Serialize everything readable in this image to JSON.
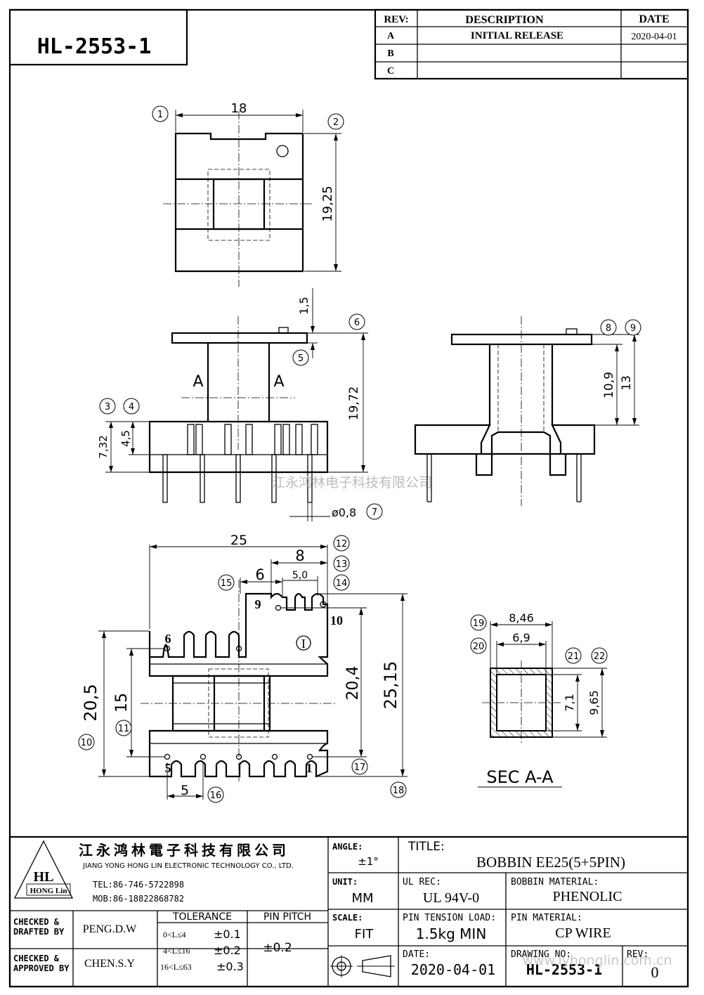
{
  "part_number": "HL-2553-1",
  "revision_table": {
    "headers": {
      "rev": "REV:",
      "description": "DESCRIPTION",
      "date": "DATE"
    },
    "rows": [
      {
        "rev": "A",
        "description": "INITIAL  RELEASE",
        "date": "2020-04-01"
      },
      {
        "rev": "B",
        "description": "",
        "date": ""
      },
      {
        "rev": "C",
        "description": "",
        "date": ""
      }
    ]
  },
  "watermark": "江永鸿林电子科技有限公司",
  "section_label": "SEC A-A",
  "section_marks": [
    "A",
    "A"
  ],
  "dimensions": {
    "top_width": "18",
    "top_height": "19,25",
    "flange_thickness": "1,5",
    "overall_height": "19,72",
    "base_height": "7,32",
    "base_step": "4,5",
    "pin_diameter": "ø0,8",
    "side_inner_height": "10,9",
    "side_total_height": "13",
    "bottom_width": "25",
    "bottom_8": "8",
    "bottom_6": "6",
    "bottom_5_0": "5,0",
    "bottom_20_5": "20,5",
    "bottom_15": "15",
    "bottom_20_4": "20,4",
    "bottom_25_15": "25,15",
    "pin_pitch_dim": "5",
    "sec_outer_w": "8,46",
    "sec_inner_w": "6,9",
    "sec_inner_h": "7,1",
    "sec_outer_h": "9,65"
  },
  "balloons": [
    "1",
    "2",
    "3",
    "4",
    "5",
    "6",
    "7",
    "8",
    "9",
    "10",
    "11",
    "12",
    "13",
    "14",
    "15",
    "16",
    "17",
    "18",
    "19",
    "20",
    "21",
    "22"
  ],
  "pin_labels": {
    "p9": "9",
    "p10": "10",
    "p6": "6",
    "p5": "5",
    "p1": "1",
    "p1_mark": "I"
  },
  "title_block": {
    "company_cn": "江永鸿林電子科技有限公司",
    "company_en": "JIANG YONG HONG LIN ELECTRONIC TECHNOLOGY CO., LTD.",
    "logo_text": "HL",
    "logo_sub": "HONG Lin",
    "tel": "TEL:86-746-5722898",
    "mob": "MOB:86-18822868782",
    "angle_label": "ANGLE:",
    "angle_value": "±1°",
    "title_label": "TITLE:",
    "title_value": "BOBBIN   EE25(5+5PIN)",
    "unit_label": "UNIT:",
    "unit_value": "MM",
    "ul_label": "UL REC:",
    "ul_value": "UL 94V-0",
    "bobbin_material_label": "BOBBIN MATERIAL:",
    "bobbin_material_value": "PHENOLIC",
    "checked_drafted_label_1": "CHECKED &",
    "checked_drafted_label_2": "DRAFTED BY",
    "drafted_by": "PENG.D.W",
    "checked_approved_label_1": "CHECKED &",
    "checked_approved_label_2": "APPROVED BY",
    "approved_by": "CHEN.S.Y",
    "tolerance_label": "TOLERANCE",
    "tolerance_rows": [
      {
        "range": "0<L≤4",
        "value": "±0.1"
      },
      {
        "range": "4<L≤16",
        "value": "±0.2"
      },
      {
        "range": "16<L≤63",
        "value": "±0.3"
      }
    ],
    "pin_pitch_label": "PIN PITCH",
    "pin_pitch_value": "±0.2",
    "scale_label": "SCALE:",
    "scale_value": "FIT",
    "pin_tension_label": "PIN TENSION LOAD:",
    "pin_tension_value": "1.5kg MIN",
    "pin_material_label": "PIN MATERIAL:",
    "pin_material_value": "CP WIRE",
    "date_label": "DATE:",
    "date_value": "2020-04-01",
    "drawing_no_label": "DRAWING NO:",
    "drawing_no_value": "HL-2553-1",
    "rev_label": "REV:",
    "rev_value": "0",
    "website_watermark": "www.lyhonglin.com.cn"
  }
}
